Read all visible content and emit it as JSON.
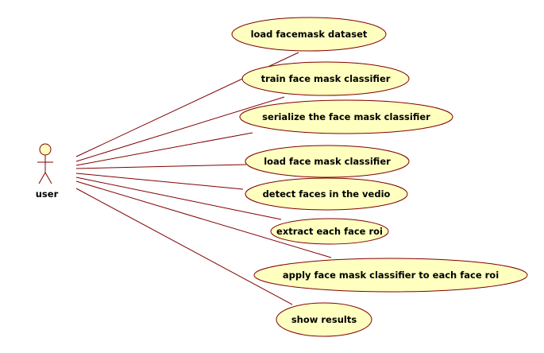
{
  "actor": {
    "label": "user"
  },
  "use_cases": [
    {
      "label": "load facemask dataset"
    },
    {
      "label": "train face mask classifier"
    },
    {
      "label": "serialize the face mask classifier"
    },
    {
      "label": "load face mask classifier"
    },
    {
      "label": "detect faces in the vedio"
    },
    {
      "label": "extract each face roi"
    },
    {
      "label": "apply face mask classifier to each face roi"
    },
    {
      "label": "show results"
    }
  ],
  "colors": {
    "ellipse_fill": "#FFFFC0",
    "ellipse_stroke": "#800000",
    "line": "#800000",
    "actor_fill": "#FFFFC0"
  }
}
